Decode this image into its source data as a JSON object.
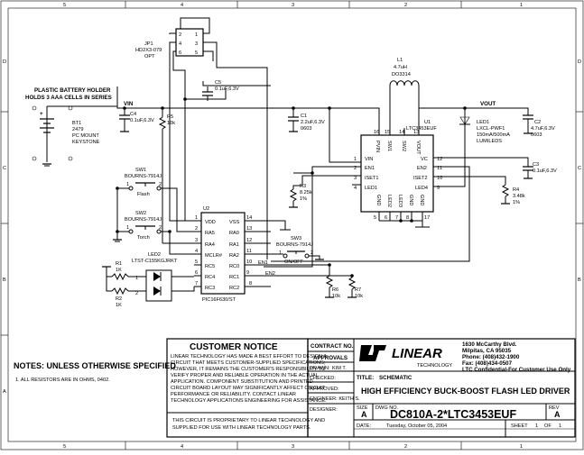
{
  "border": {
    "zone_letters": [
      "D",
      "C",
      "B",
      "A"
    ],
    "zone_numbers": [
      "5",
      "4",
      "3",
      "2",
      "1"
    ]
  },
  "labels": {
    "jp1": [
      "JP1",
      "HD2X3-079",
      "OPT"
    ],
    "c5": [
      "C5",
      "0.1uF,6.3V"
    ],
    "l1": [
      "L1",
      "4.7uH",
      "DO3314"
    ],
    "battery_note": [
      "PLASTIC BATTERY HOLDER",
      "HOLDS 3 AAA CELLS IN SERIES"
    ],
    "vin": "VIN",
    "vout": "VOUT",
    "bt1": [
      "BT1",
      "2479",
      "PC MOUNT",
      "KEYSTONE"
    ],
    "c4": [
      "C4",
      "0.1uF,6.3V"
    ],
    "r5": [
      "R5",
      "10k"
    ],
    "c1": [
      "C1",
      "2.2uF,6.3V",
      "0603"
    ],
    "u1": [
      "U1",
      "LTC3453EUF"
    ],
    "led1": [
      "LED1",
      "LXCL-PWF1",
      "150mA/500mA",
      "LUMILEDS"
    ],
    "c2": [
      "C2",
      "4.7uF,6.3V",
      "0603"
    ],
    "c3": [
      "C3",
      "0.1uF,6.3V"
    ],
    "r3": [
      "R3",
      "8.25k",
      "1%"
    ],
    "r4": [
      "R4",
      "3.48k",
      "1%"
    ],
    "sw1": [
      "SW1",
      "BOURNS-7914J",
      "Flash"
    ],
    "sw2": [
      "SW2",
      "BOURNS-7914J",
      "Torch"
    ],
    "sw3": [
      "SW3",
      "BOURNS-7914J",
      "ON/OFF"
    ],
    "u2": [
      "U2",
      "PIC16F630/ST"
    ],
    "led2": [
      "LED2",
      "LTST-C155KGJRKT"
    ],
    "r1": [
      "R1",
      "1K"
    ],
    "r2": [
      "R2",
      "1K"
    ],
    "r6": [
      "R6",
      "10k"
    ],
    "r7": [
      "R7",
      "10k"
    ],
    "en1": "EN1",
    "en2": "EN2"
  },
  "u1_pins": {
    "top": [
      {
        "num": "16",
        "name": "PVIN"
      },
      {
        "num": "15",
        "name": "SW1"
      },
      {
        "num": "14",
        "name": "SW2"
      },
      {
        "num": "13",
        "name": "VOUT"
      }
    ],
    "left": [
      {
        "num": "1",
        "name": "VIN"
      },
      {
        "num": "2",
        "name": "EN1"
      },
      {
        "num": "3",
        "name": "ISET1"
      },
      {
        "num": "4",
        "name": "LED1"
      }
    ],
    "right": [
      {
        "num": "12",
        "name": "VC"
      },
      {
        "num": "11",
        "name": "EN2"
      },
      {
        "num": "10",
        "name": "ISET2"
      },
      {
        "num": "9",
        "name": "LED4"
      }
    ],
    "bottom": [
      {
        "num": "5",
        "name": "GND"
      },
      {
        "num": "6",
        "name": "LED2"
      },
      {
        "num": "7",
        "name": "LED3"
      },
      {
        "num": "8",
        "name": "GND"
      },
      {
        "num": "17",
        "name": "GND"
      }
    ]
  },
  "u2_pins": {
    "left": [
      {
        "num": "1",
        "name": "VDD"
      },
      {
        "num": "2",
        "name": "RA5"
      },
      {
        "num": "3",
        "name": "RA4"
      },
      {
        "num": "4",
        "name": "MCLR#"
      },
      {
        "num": "5",
        "name": "RC5"
      },
      {
        "num": "6",
        "name": "RC4"
      },
      {
        "num": "7",
        "name": "RC3"
      }
    ],
    "right": [
      {
        "num": "14",
        "name": "VSS"
      },
      {
        "num": "13",
        "name": "RA0"
      },
      {
        "num": "12",
        "name": "RA1"
      },
      {
        "num": "11",
        "name": "RA2"
      },
      {
        "num": "10",
        "name": "RC0"
      },
      {
        "num": "9",
        "name": "RC1"
      },
      {
        "num": "8",
        "name": "RC2"
      }
    ]
  },
  "jp1_pins": {
    "left": [
      "1",
      "3",
      "5"
    ],
    "right": [
      "2",
      "4",
      "6"
    ]
  },
  "switch_pins": [
    "1",
    "2"
  ],
  "notes": {
    "heading": "NOTES:  UNLESS OTHERWISE SPECIFIED",
    "item1": "1.  ALL RESISTORS ARE IN OHMS, 0402."
  },
  "customer_notice": {
    "title": "CUSTOMER NOTICE",
    "lines": [
      "LINEAR TECHNOLOGY HAS MADE A BEST EFFORT TO DESIGN A",
      "CIRCUIT THAT MEETS CUSTOMER-SUPPLIED SPECIFICATIONS;",
      "HOWEVER, IT REMAINS THE CUSTOMER'S RESPONSIBILITY TO",
      "VERIFY PROPER AND RELIABLE OPERATION IN THE ACTUAL",
      "APPLICATION. COMPONENT SUBSTITUTION AND PRINTED",
      "CIRCUIT BOARD LAYOUT MAY SIGNIFICANTLY AFFECT CIRCUIT",
      "PERFORMANCE OR RELIABILITY.  CONTACT LINEAR",
      "TECHNOLOGY APPLICATIONS ENGINEERING FOR ASSISTANCE."
    ],
    "footer": [
      "THIS CIRCUIT IS PROPRIETARY TO LINEAR TECHNOLOGY AND",
      "SUPPLIED FOR USE WITH LINEAR TECHNOLOGY PARTS."
    ]
  },
  "title_block": {
    "contract_no": "CONTRACT NO.",
    "approvals": "APPROVALS",
    "drawn_label": "DRAWN:",
    "drawn_value": "KIM T.",
    "checked_label": "CHECKED:",
    "approved_label": "APPROVED:",
    "engineer_label": "ENGINEER: KEITH S.",
    "designer_label": "DESIGNER:",
    "logo_text": "LINEAR",
    "logo_sub": "TECHNOLOGY",
    "address": [
      "1630 McCarthy Blvd.",
      "Milpitas, CA 95035",
      "Phone: (408)432-1900",
      "Fax: (408)434-0507",
      "LTC Confidential-For Customer Use Only"
    ],
    "title_label": "TITLE:",
    "title_kind": "SCHEMATIC",
    "title_main": "HIGH EFFICIENCY BUCK-BOOST FLASH LED DRIVER",
    "size_label": "SIZE",
    "size_value": "A",
    "dwg_label": "DWG NO.",
    "dwg_value": "DC810A-2*LTC3453EUF",
    "rev_label": "REV",
    "rev_value": "A",
    "date_label": "DATE:",
    "date_value": "Tuesday, October 05, 2004",
    "sheet_label": "SHEET",
    "sheet_num": "1",
    "sheet_of": "OF",
    "sheet_total": "1"
  }
}
